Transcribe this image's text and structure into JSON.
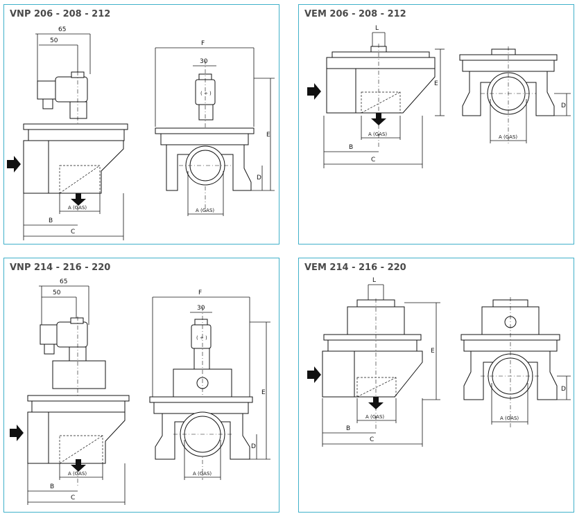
{
  "panels": [
    {
      "id": "vnp-206",
      "title": "VNP 206 - 208 - 212"
    },
    {
      "id": "vem-206",
      "title": "VEM 206 - 208 - 212"
    },
    {
      "id": "vnp-214",
      "title": "VNP 214 - 216 - 220"
    },
    {
      "id": "vem-214",
      "title": "VEM 214 - 216 - 220"
    }
  ],
  "dims": {
    "d65": "65",
    "d50": "50",
    "d30": "30",
    "F": "F",
    "E": "E",
    "D": "D",
    "B": "B",
    "C": "C",
    "L": "L",
    "A": "A (GAS)"
  },
  "colors": {
    "border": "#3fb0c9",
    "title": "#4a4a4a",
    "ink": "#111111"
  },
  "icons": [
    "flow-in-arrow-icon",
    "flow-out-arrow-icon"
  ]
}
